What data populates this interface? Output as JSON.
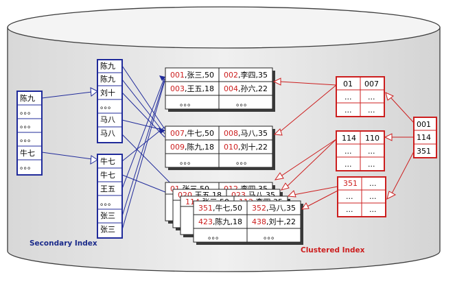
{
  "colors": {
    "blue": "#1f2a9a",
    "red": "#cc1d1d",
    "cylinder_fill": "#e8e8e8",
    "cylinder_stroke": "#3a3a3a",
    "page_shadow": "#3a3a3a"
  },
  "labels": {
    "secondary_index": "Secondary Index",
    "clustered_index": "Clustered Index"
  },
  "secondary_index": {
    "outer": [
      "陈九",
      "。。。",
      "。。。",
      "。。。",
      "牛七",
      "。。。"
    ],
    "upper": [
      "陈九",
      "陈九",
      "刘十",
      "。。。",
      "马八",
      "马八"
    ],
    "lower": [
      "牛七",
      "牛七",
      "王五",
      "。。。",
      "张三",
      "张三"
    ]
  },
  "leaf_pages": {
    "page1": {
      "rows": [
        [
          {
            "id": "001",
            "val": ",张三,50"
          },
          {
            "id": "002",
            "val": ",李四,35"
          }
        ],
        [
          {
            "id": "003",
            "val": ",王五,18"
          },
          {
            "id": "004",
            "val": ",孙六,22"
          }
        ],
        [
          {
            "id": "",
            "val": "。。。"
          },
          {
            "id": "",
            "val": "。。。"
          }
        ]
      ]
    },
    "page2": {
      "rows": [
        [
          {
            "id": "007",
            "val": ",牛七,50"
          },
          {
            "id": "008",
            "val": ",马八,35"
          }
        ],
        [
          {
            "id": "009",
            "val": ",陈九,18"
          },
          {
            "id": "010",
            "val": ",刘十,22"
          }
        ],
        [
          {
            "id": "",
            "val": "。。。"
          },
          {
            "id": "",
            "val": "。。。"
          }
        ]
      ]
    },
    "stack": [
      {
        "c1": "01",
        "t1": ",张三,50",
        "c2": "012",
        "t2": ",李四,35"
      },
      {
        "c1": "020",
        "t1": ",王五,18",
        "c2": "023",
        "t2": ",马八,35"
      },
      {
        "c1": "114",
        "t1": ",张三,50",
        "c2": "112",
        "t2": ",李四,35"
      }
    ],
    "front": {
      "rows": [
        [
          {
            "id": "351",
            "val": ",牛七,50"
          },
          {
            "id": "352",
            "val": ",马八,35"
          }
        ],
        [
          {
            "id": "423",
            "val": ",陈九,18"
          },
          {
            "id": "438",
            "val": ",刘十,22"
          }
        ],
        [
          {
            "id": "",
            "val": "。。。"
          },
          {
            "id": "",
            "val": "。。。"
          }
        ]
      ]
    }
  },
  "clustered_index": {
    "root": [
      "001",
      "114",
      "351"
    ],
    "node1": [
      [
        "01",
        "007"
      ],
      [
        "...",
        "..."
      ],
      [
        "...",
        "..."
      ]
    ],
    "node2": [
      [
        "114",
        "110"
      ],
      [
        "...",
        "..."
      ],
      [
        "...",
        "..."
      ]
    ],
    "node3": [
      [
        "351",
        "..."
      ],
      [
        "...",
        "..."
      ],
      [
        "...",
        "..."
      ]
    ]
  }
}
